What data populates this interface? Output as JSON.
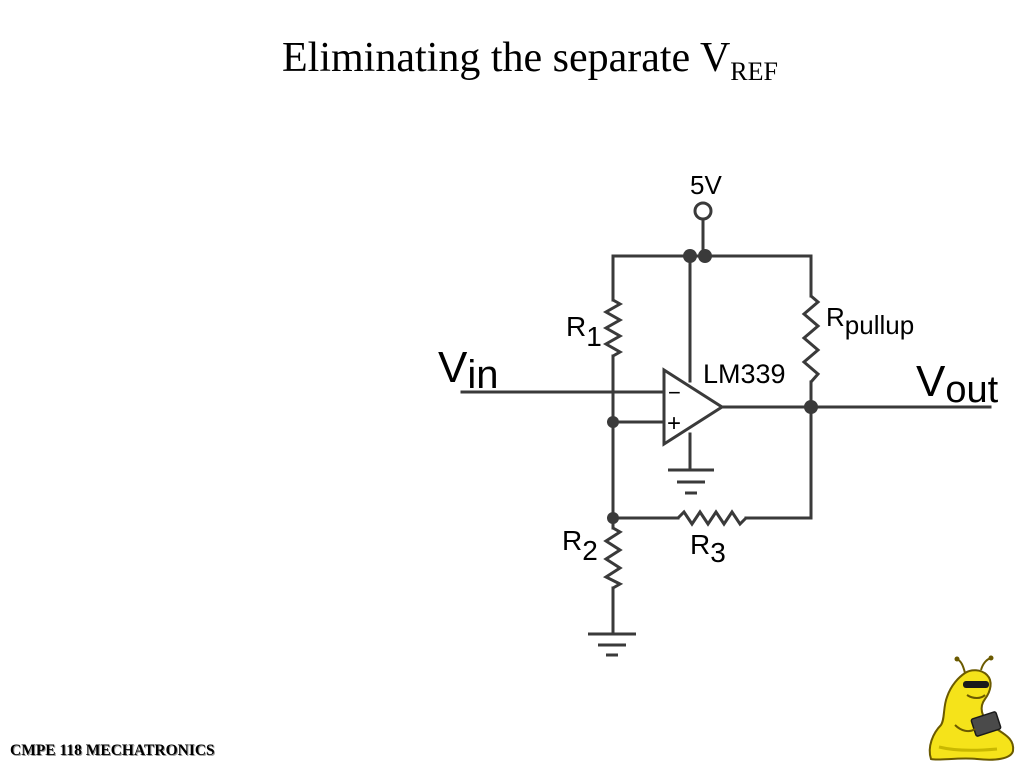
{
  "slide": {
    "title_main": "Eliminating the separate V",
    "title_sub": "REF",
    "footer": "CMPE 118 MECHATRONICS"
  },
  "schematic": {
    "supply_label": "5V",
    "r1_main": "R",
    "r1_sub": "1",
    "r2_main": "R",
    "r2_sub": "2",
    "r3_main": "R",
    "r3_sub": "3",
    "rpullup_main": "R",
    "rpullup_sub": "pullup",
    "comparator_label": "LM339",
    "minus_sign": "−",
    "plus_sign": "+",
    "vin_main": "V",
    "vin_sub": "in",
    "vout_main": "V",
    "vout_sub": "out"
  },
  "colors": {
    "wire": "#3a3a3a",
    "mascot_body": "#f5e31a",
    "mascot_outline": "#6b5a00"
  },
  "icons": {
    "mascot": "banana-slug-mascot-icon"
  }
}
